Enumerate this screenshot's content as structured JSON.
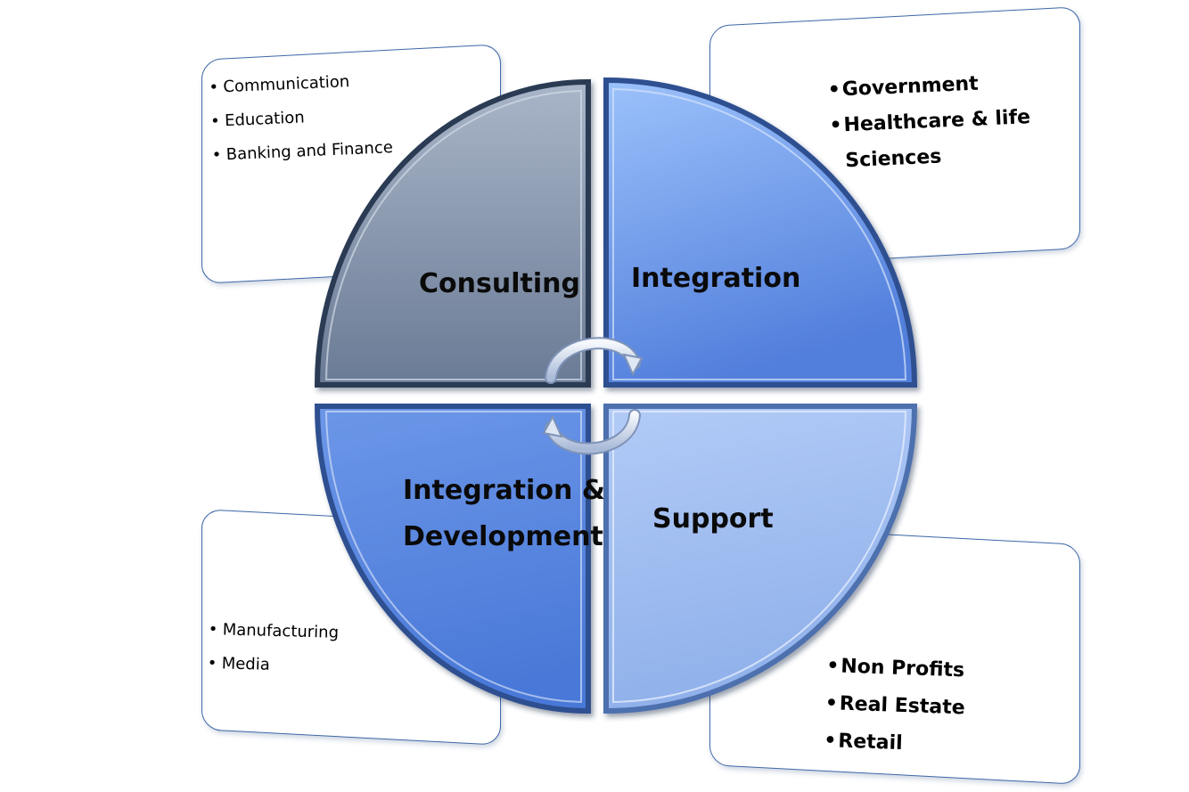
{
  "quadrants": {
    "top_left": "Consulting",
    "top_right": "Integration",
    "bottom_left_line1": "Integration &",
    "bottom_left_line2": "Development",
    "bottom_right": "Support"
  },
  "cards": {
    "top_left": [
      "Communication",
      "Education",
      "Banking and Finance"
    ],
    "top_right": [
      "Government",
      "Healthcare & life",
      "Sciences"
    ],
    "bottom_left": [
      "Manufacturing",
      "Media"
    ],
    "bottom_right": [
      "Non Profits",
      "Real Estate",
      "Retail"
    ]
  },
  "colors": {
    "consulting": "#7d8fa8",
    "integration": "#6a9ae8",
    "development": "#5b86de",
    "support": "#a8c2f0",
    "card_border": "#3f68a8",
    "arrow": "#c9d6ea"
  }
}
